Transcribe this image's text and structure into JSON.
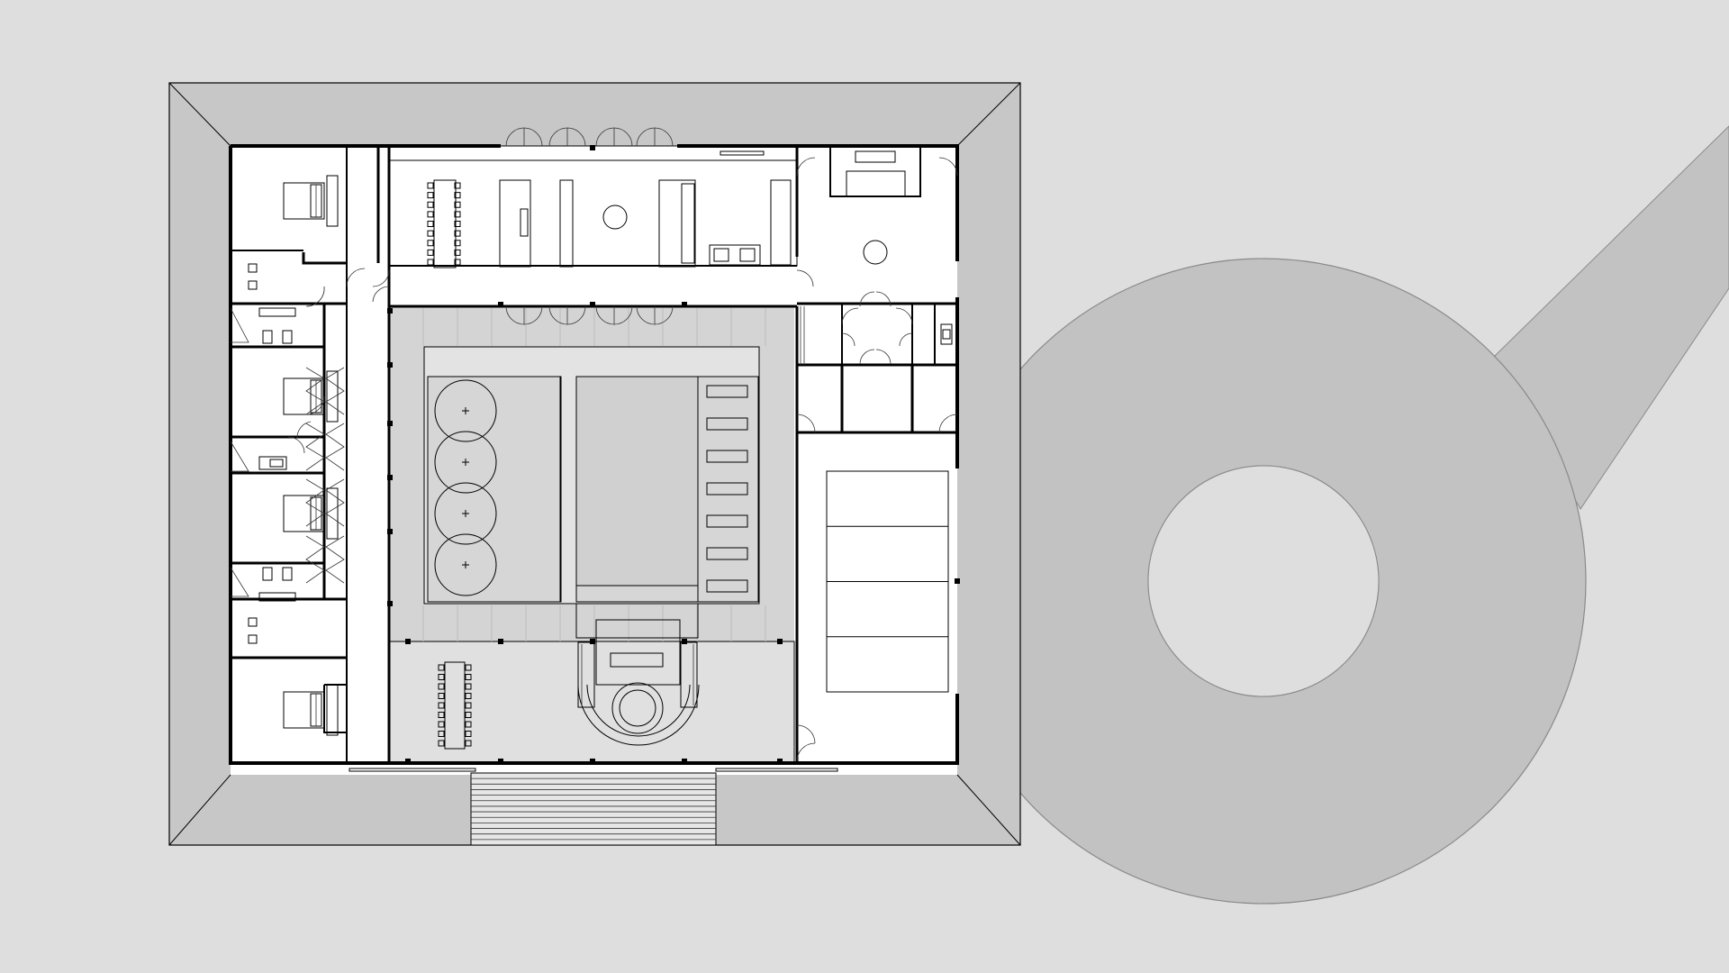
{
  "drawing": {
    "kind": "architectural-floor-plan",
    "colors": {
      "background": "#dedede",
      "roof": "#c7c7c7",
      "interior": "#ffffff",
      "courtyard": "#d4d4d4",
      "terrace": "#e3e3e3",
      "ring_path": "#c2c2c2",
      "ring_edge": "#8a8a8a",
      "line": "#000000"
    },
    "counts": {
      "bedrooms": 4,
      "round_tables": 4,
      "loungers": 7,
      "dining_table_chairs_per_side": 9,
      "parking_bays": 4,
      "entrance_steps": 12
    }
  }
}
